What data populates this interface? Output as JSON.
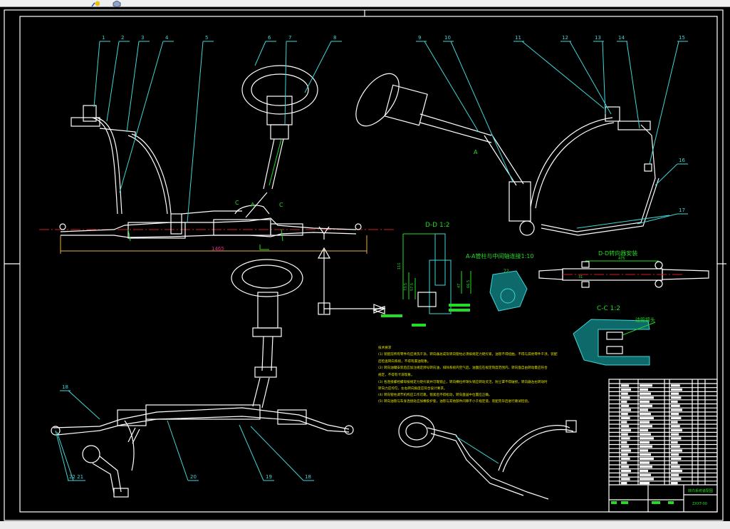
{
  "window": {
    "toolbar_icons": [
      "layer-icon",
      "shape-icon"
    ]
  },
  "drawing": {
    "balloons_top_left": [
      "1",
      "2",
      "3",
      "4",
      "5",
      "6",
      "7",
      "8"
    ],
    "balloons_top_right": [
      "9",
      "10",
      "11",
      "12",
      "13",
      "14",
      "15"
    ],
    "balloons_right": [
      "16",
      "17"
    ],
    "balloon_bottom_left_top": "18",
    "balloons_bottom": [
      "22 21",
      "20",
      "19",
      "18"
    ],
    "overall_length_dim": "1465",
    "section_marks": {
      "a": "A",
      "c_left": "C",
      "c_right": "C"
    },
    "views": {
      "dd_title": "D-D  1:2",
      "aa_title": "A-A管柱与中间轴连接1:10",
      "dd_install_title": "D-D转向器安装",
      "cc_title": "C-C  1:2",
      "cc_callout": "油管接头",
      "dd_dims": [
        "111",
        "73.5",
        "57.5",
        "47",
        "66.5"
      ],
      "aa_dim": "72",
      "install_dims": [
        "31",
        "475"
      ]
    },
    "tech_requirements": {
      "heading": "技术要求",
      "items": [
        "(1) 装配前所有零件均应清洗干净，转向器总成及转向管柱必须按规定力矩拧紧，油管不得扭曲，不得与其他零件干涉。装配",
        "后检查转向系统，不得有漏油现象。",
        "(2) 转向油罐安装后应加注规定牌号转向油，排除系统内空气后，油面应在规定刻度范围内，转向盘自由转动量应符合",
        "规定，不得有卡滞现象。",
        "(3) 各连接螺栓螺母按规定力矩拧紧并可靠锁止，转向横拉杆球头销应转动灵活，防尘罩不得破损，转向器左右转动时",
        "转向力应均匀，左右转向角度应符合设计要求。",
        "(4) 转向管柱调节机构应工作可靠，锁紧后不得松动，转向盘居中位置应正确。",
        "(5) 转向油管与车身连接处应加橡胶护套，油管与其他部件间隙不小于规定值，装配完毕后进行路试检验。"
      ]
    },
    "title_block": {
      "drawing_title": "转向系统装配图",
      "drawing_number": "ZXXT-00"
    }
  },
  "colors": {
    "background": "#000000",
    "outline": "#ffffff",
    "leader": "#3fd6d6",
    "dimension": "#22dd22",
    "centerline": "#d02020",
    "text_yellow": "#e6e600",
    "dim_magenta": "#e0208a"
  }
}
